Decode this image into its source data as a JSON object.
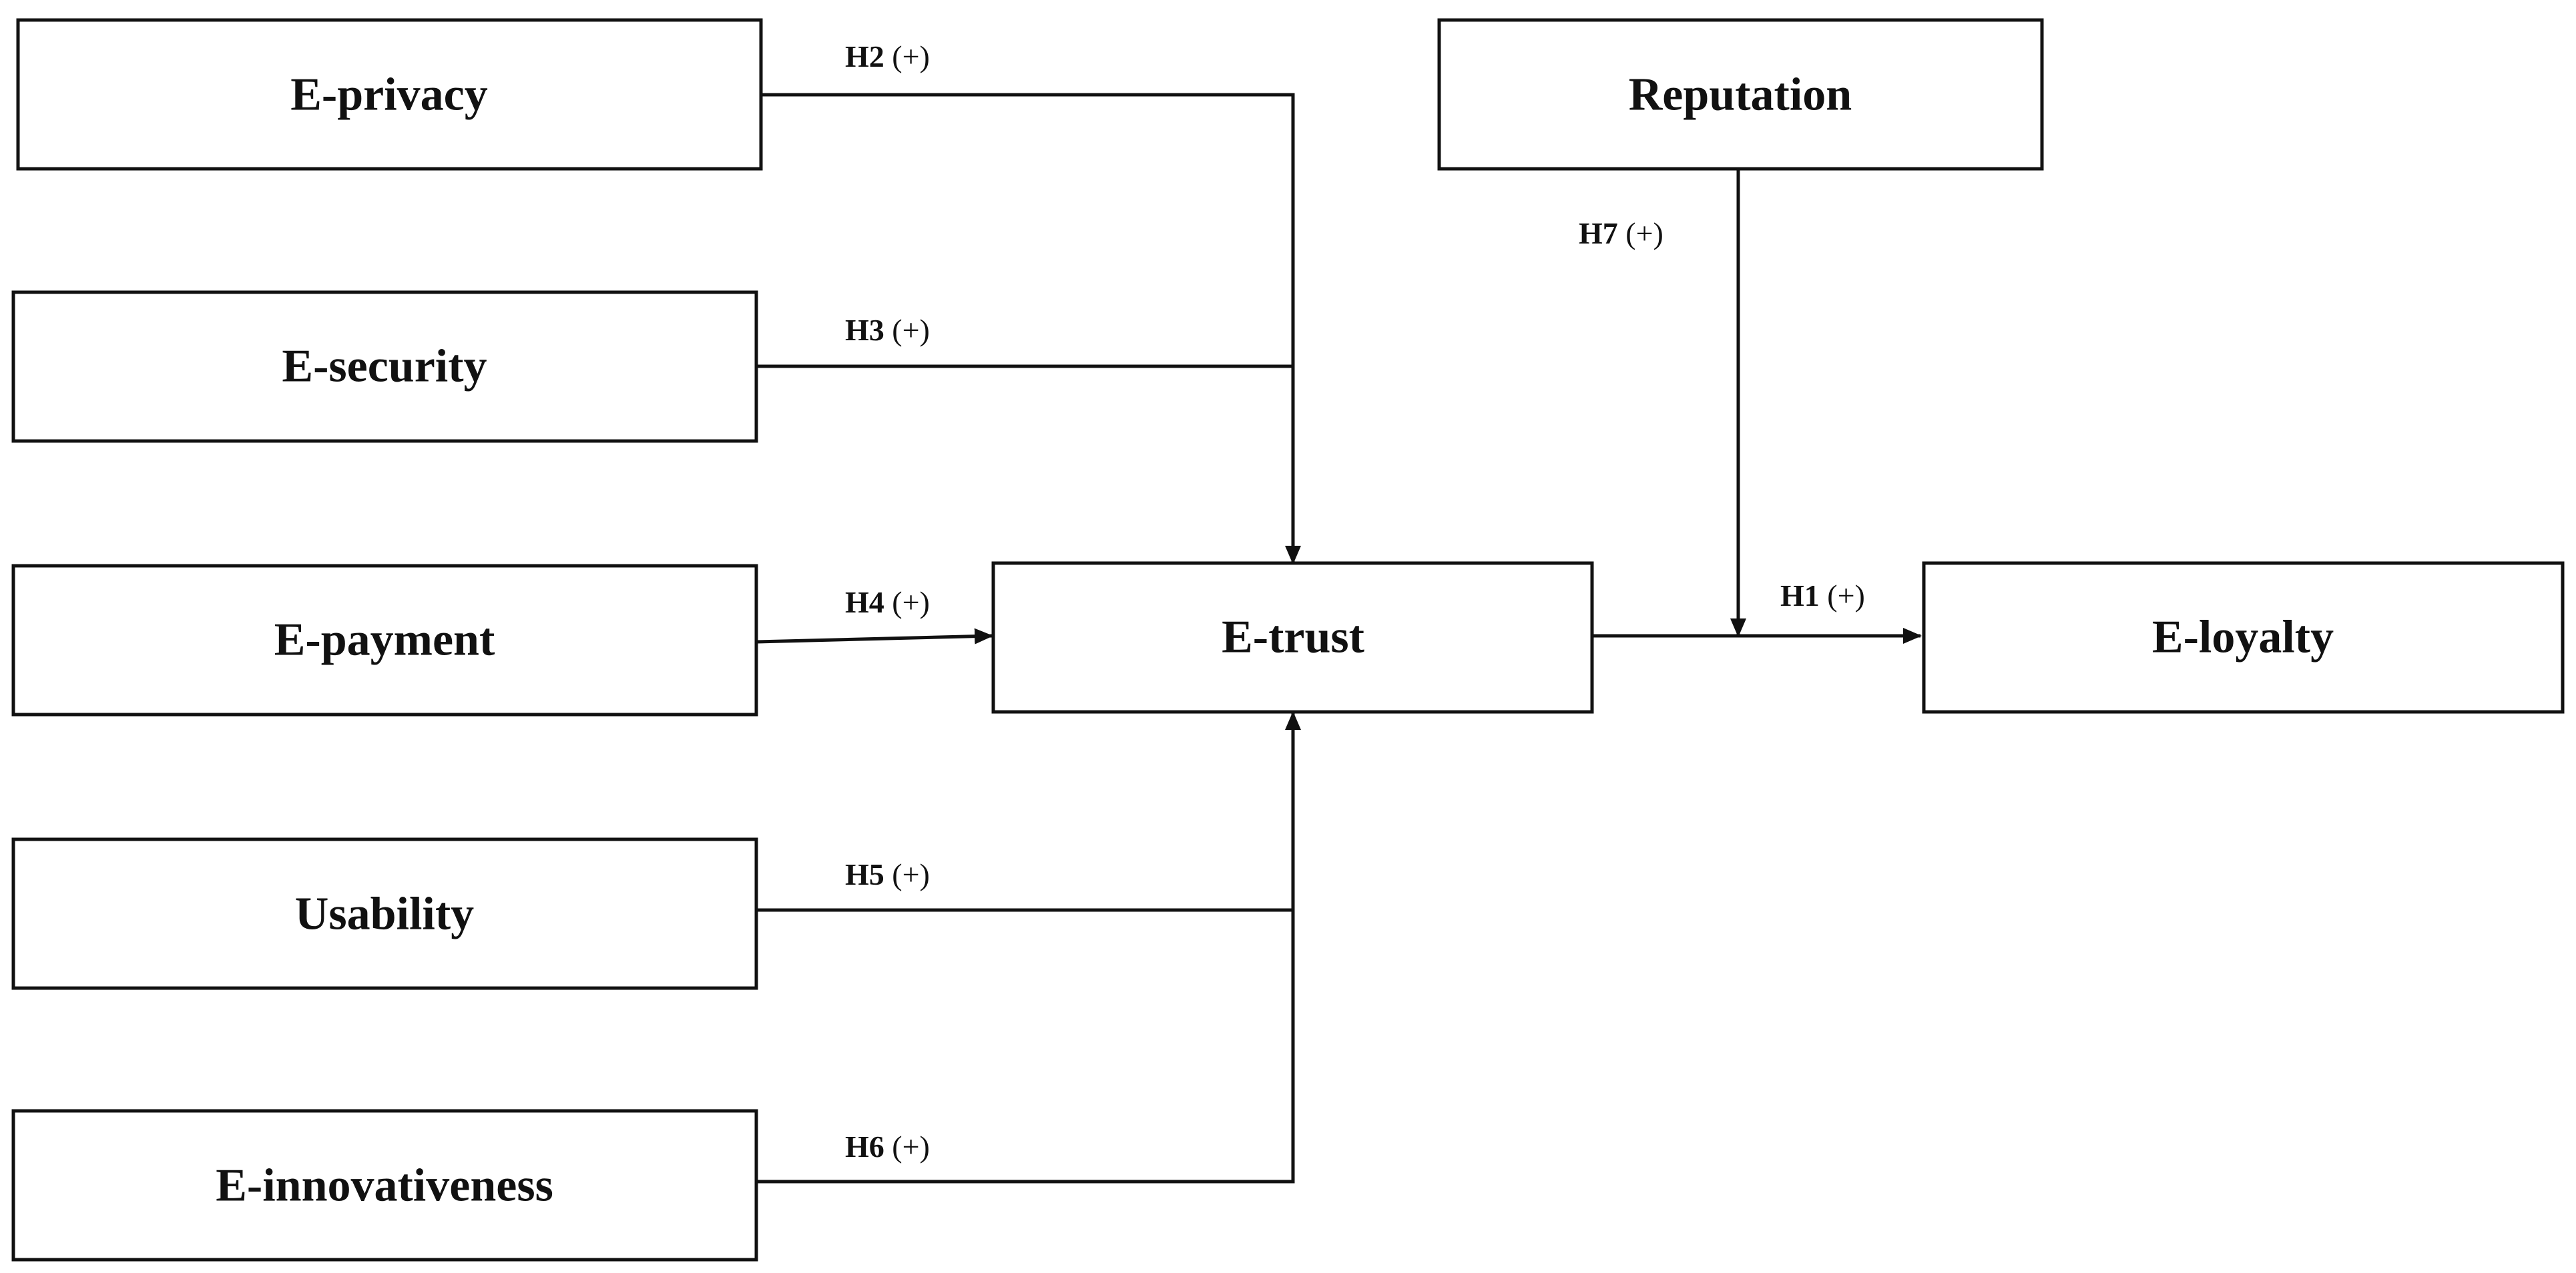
{
  "constructs": {
    "e_privacy": "E-privacy",
    "e_security": "E-security",
    "e_payment": "E-payment",
    "usability": "Usability",
    "e_innovativeness": "E-innovativeness",
    "e_trust": "E-trust",
    "reputation": "Reputation",
    "e_loyalty": "E-loyalty"
  },
  "hypotheses": {
    "h1": {
      "id": "H1",
      "sign": "(+)"
    },
    "h2": {
      "id": "H2",
      "sign": "(+)"
    },
    "h3": {
      "id": "H3",
      "sign": "(+)"
    },
    "h4": {
      "id": "H4",
      "sign": "(+)"
    },
    "h5": {
      "id": "H5",
      "sign": "(+)"
    },
    "h6": {
      "id": "H6",
      "sign": "(+)"
    },
    "h7": {
      "id": "H7",
      "sign": "(+)"
    }
  },
  "colors": {
    "line": "#111111",
    "box_fill": "#ffffff"
  }
}
